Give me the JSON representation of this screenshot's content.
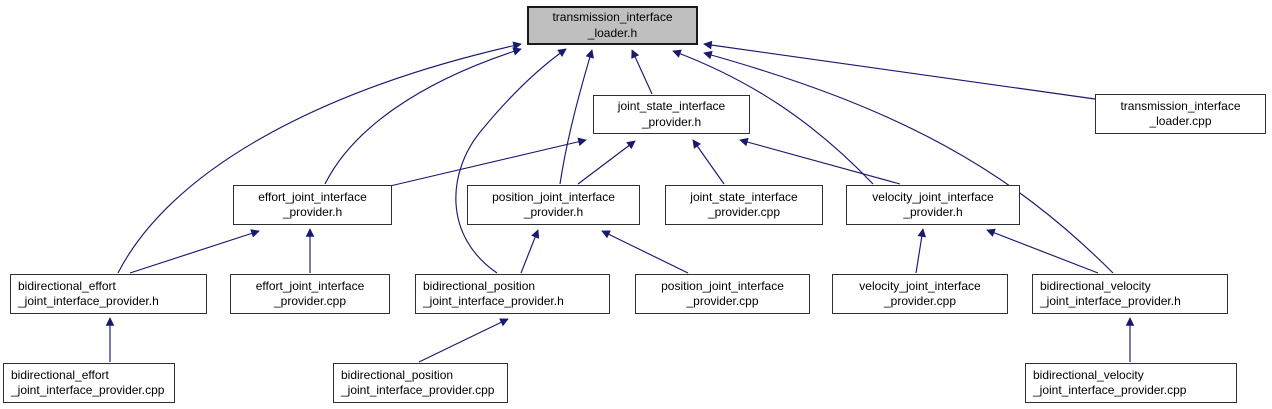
{
  "diagram": {
    "kind": "include-dependency-graph",
    "root_file": "transmission_interface_loader.h",
    "colors": {
      "edge": "#191970",
      "node_fill": "#ffffff",
      "node_border": "#2f2f2f",
      "highlight_fill": "#bfbfbf",
      "text": "#000000",
      "background": "#ffffff"
    }
  },
  "nodes": {
    "loader_h": {
      "line1": "transmission_interface",
      "line2": "_loader.h",
      "file": "transmission_interface_loader.h",
      "highlighted": true
    },
    "jsp_h": {
      "line1": "joint_state_interface",
      "line2": "_provider.h",
      "file": "joint_state_interface_provider.h"
    },
    "loader_cpp": {
      "line1": "transmission_interface",
      "line2": "_loader.cpp",
      "file": "transmission_interface_loader.cpp"
    },
    "effort_h": {
      "line1": "effort_joint_interface",
      "line2": "_provider.h",
      "file": "effort_joint_interface_provider.h"
    },
    "position_h": {
      "line1": "position_joint_interface",
      "line2": "_provider.h",
      "file": "position_joint_interface_provider.h"
    },
    "jsp_cpp": {
      "line1": "joint_state_interface",
      "line2": "_provider.cpp",
      "file": "joint_state_interface_provider.cpp"
    },
    "velocity_h": {
      "line1": "velocity_joint_interface",
      "line2": "_provider.h",
      "file": "velocity_joint_interface_provider.h"
    },
    "bid_effort_h": {
      "line1": "bidirectional_effort",
      "line2": "_joint_interface_provider.h",
      "file": "bidirectional_effort_joint_interface_provider.h"
    },
    "effort_cpp": {
      "line1": "effort_joint_interface",
      "line2": "_provider.cpp",
      "file": "effort_joint_interface_provider.cpp"
    },
    "bid_position_h": {
      "line1": "bidirectional_position",
      "line2": "_joint_interface_provider.h",
      "file": "bidirectional_position_joint_interface_provider.h"
    },
    "position_cpp": {
      "line1": "position_joint_interface",
      "line2": "_provider.cpp",
      "file": "position_joint_interface_provider.cpp"
    },
    "velocity_cpp": {
      "line1": "velocity_joint_interface",
      "line2": "_provider.cpp",
      "file": "velocity_joint_interface_provider.cpp"
    },
    "bid_velocity_h": {
      "line1": "bidirectional_velocity",
      "line2": "_joint_interface_provider.h",
      "file": "bidirectional_velocity_joint_interface_provider.h"
    },
    "bid_effort_cpp": {
      "line1": "bidirectional_effort",
      "line2": "_joint_interface_provider.cpp",
      "file": "bidirectional_effort_joint_interface_provider.cpp"
    },
    "bid_position_cpp": {
      "line1": "bidirectional_position",
      "line2": "_joint_interface_provider.cpp",
      "file": "bidirectional_position_joint_interface_provider.cpp"
    },
    "bid_velocity_cpp": {
      "line1": "bidirectional_velocity",
      "line2": "_joint_interface_provider.cpp",
      "file": "bidirectional_velocity_joint_interface_provider.cpp"
    }
  },
  "edges": [
    {
      "from": "bid_effort_h",
      "to": "loader_h"
    },
    {
      "from": "effort_h",
      "to": "loader_h"
    },
    {
      "from": "bid_position_h",
      "to": "loader_h"
    },
    {
      "from": "position_h",
      "to": "loader_h"
    },
    {
      "from": "jsp_h",
      "to": "loader_h"
    },
    {
      "from": "velocity_h",
      "to": "loader_h"
    },
    {
      "from": "bid_velocity_h",
      "to": "loader_h"
    },
    {
      "from": "loader_cpp",
      "to": "loader_h"
    },
    {
      "from": "effort_h",
      "to": "jsp_h"
    },
    {
      "from": "position_h",
      "to": "jsp_h"
    },
    {
      "from": "jsp_cpp",
      "to": "jsp_h"
    },
    {
      "from": "velocity_h",
      "to": "jsp_h"
    },
    {
      "from": "bid_effort_h",
      "to": "effort_h"
    },
    {
      "from": "effort_cpp",
      "to": "effort_h"
    },
    {
      "from": "bid_position_h",
      "to": "position_h"
    },
    {
      "from": "position_cpp",
      "to": "position_h"
    },
    {
      "from": "velocity_cpp",
      "to": "velocity_h"
    },
    {
      "from": "bid_velocity_h",
      "to": "velocity_h"
    },
    {
      "from": "bid_effort_cpp",
      "to": "bid_effort_h"
    },
    {
      "from": "bid_position_cpp",
      "to": "bid_position_h"
    },
    {
      "from": "bid_velocity_cpp",
      "to": "bid_velocity_h"
    }
  ]
}
